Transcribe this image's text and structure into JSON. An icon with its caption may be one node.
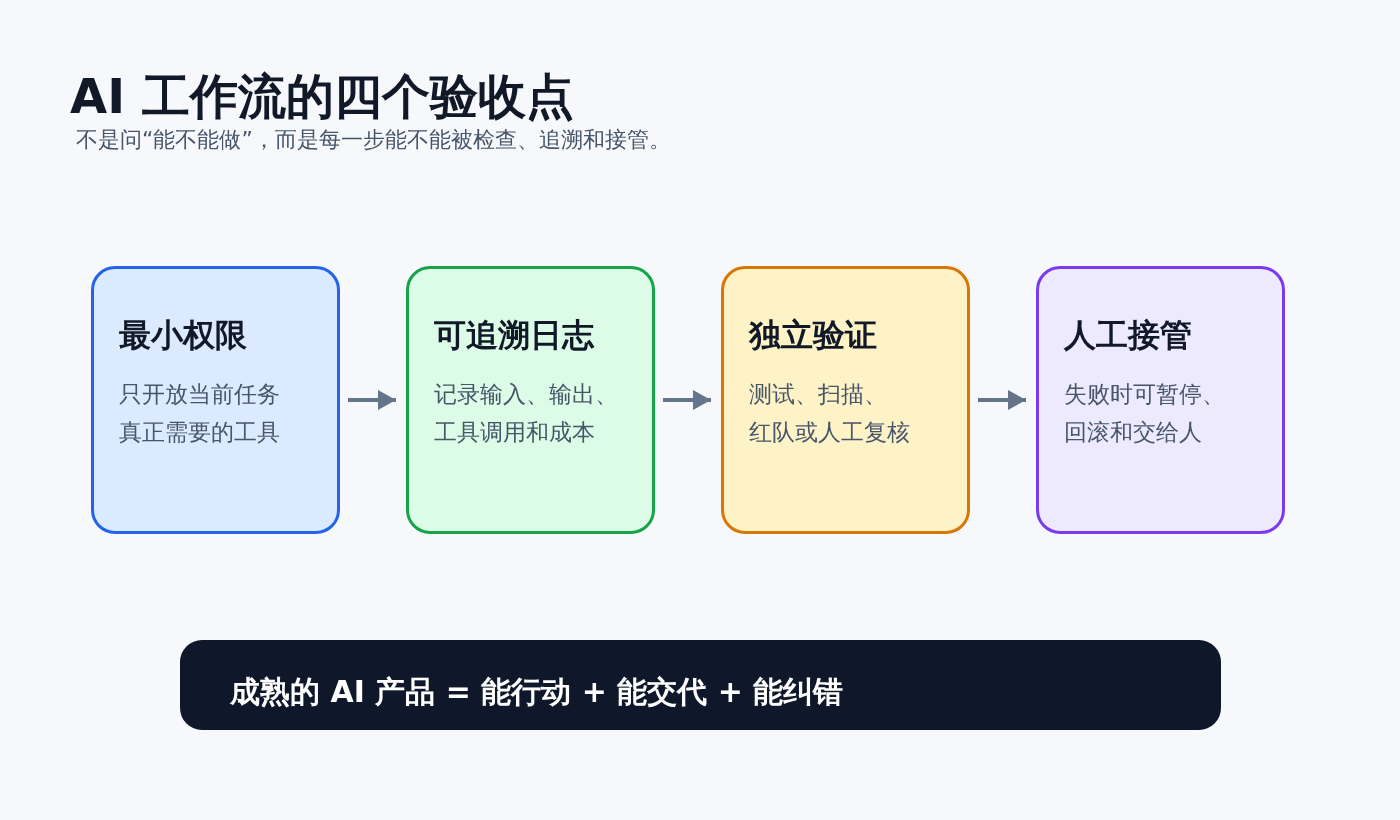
{
  "diagram": {
    "title": "AI 工作流的四个验收点",
    "nodes": [
      {
        "text": [
          "最小权限",
          "只开放当前任务真正需要的工具"
        ]
      },
      {
        "text": [
          "可追溯日志",
          "记录输入、输出、工具调用和成本"
        ]
      },
      {
        "text": [
          "独立验证",
          "测试、扫描、红队或人工复核"
        ]
      },
      {
        "text": [
          "人工接管",
          "失败时可暂停、回滚和交给人"
        ]
      },
      {
        "text": [
          "成熟的 AI 产品 = 能行动 + 能交代 + 能纠错"
        ]
      }
    ],
    "edges": [
      {
        "from": 0,
        "to": 1,
        "arrow": "to"
      },
      {
        "from": 1,
        "to": 2,
        "arrow": "to"
      },
      {
        "from": 2,
        "to": 3,
        "arrow": "to"
      }
    ],
    "labels": [
      "不是问“能不能做”，而是每一步能不能被检查、追溯和接管。"
    ]
  }
}
